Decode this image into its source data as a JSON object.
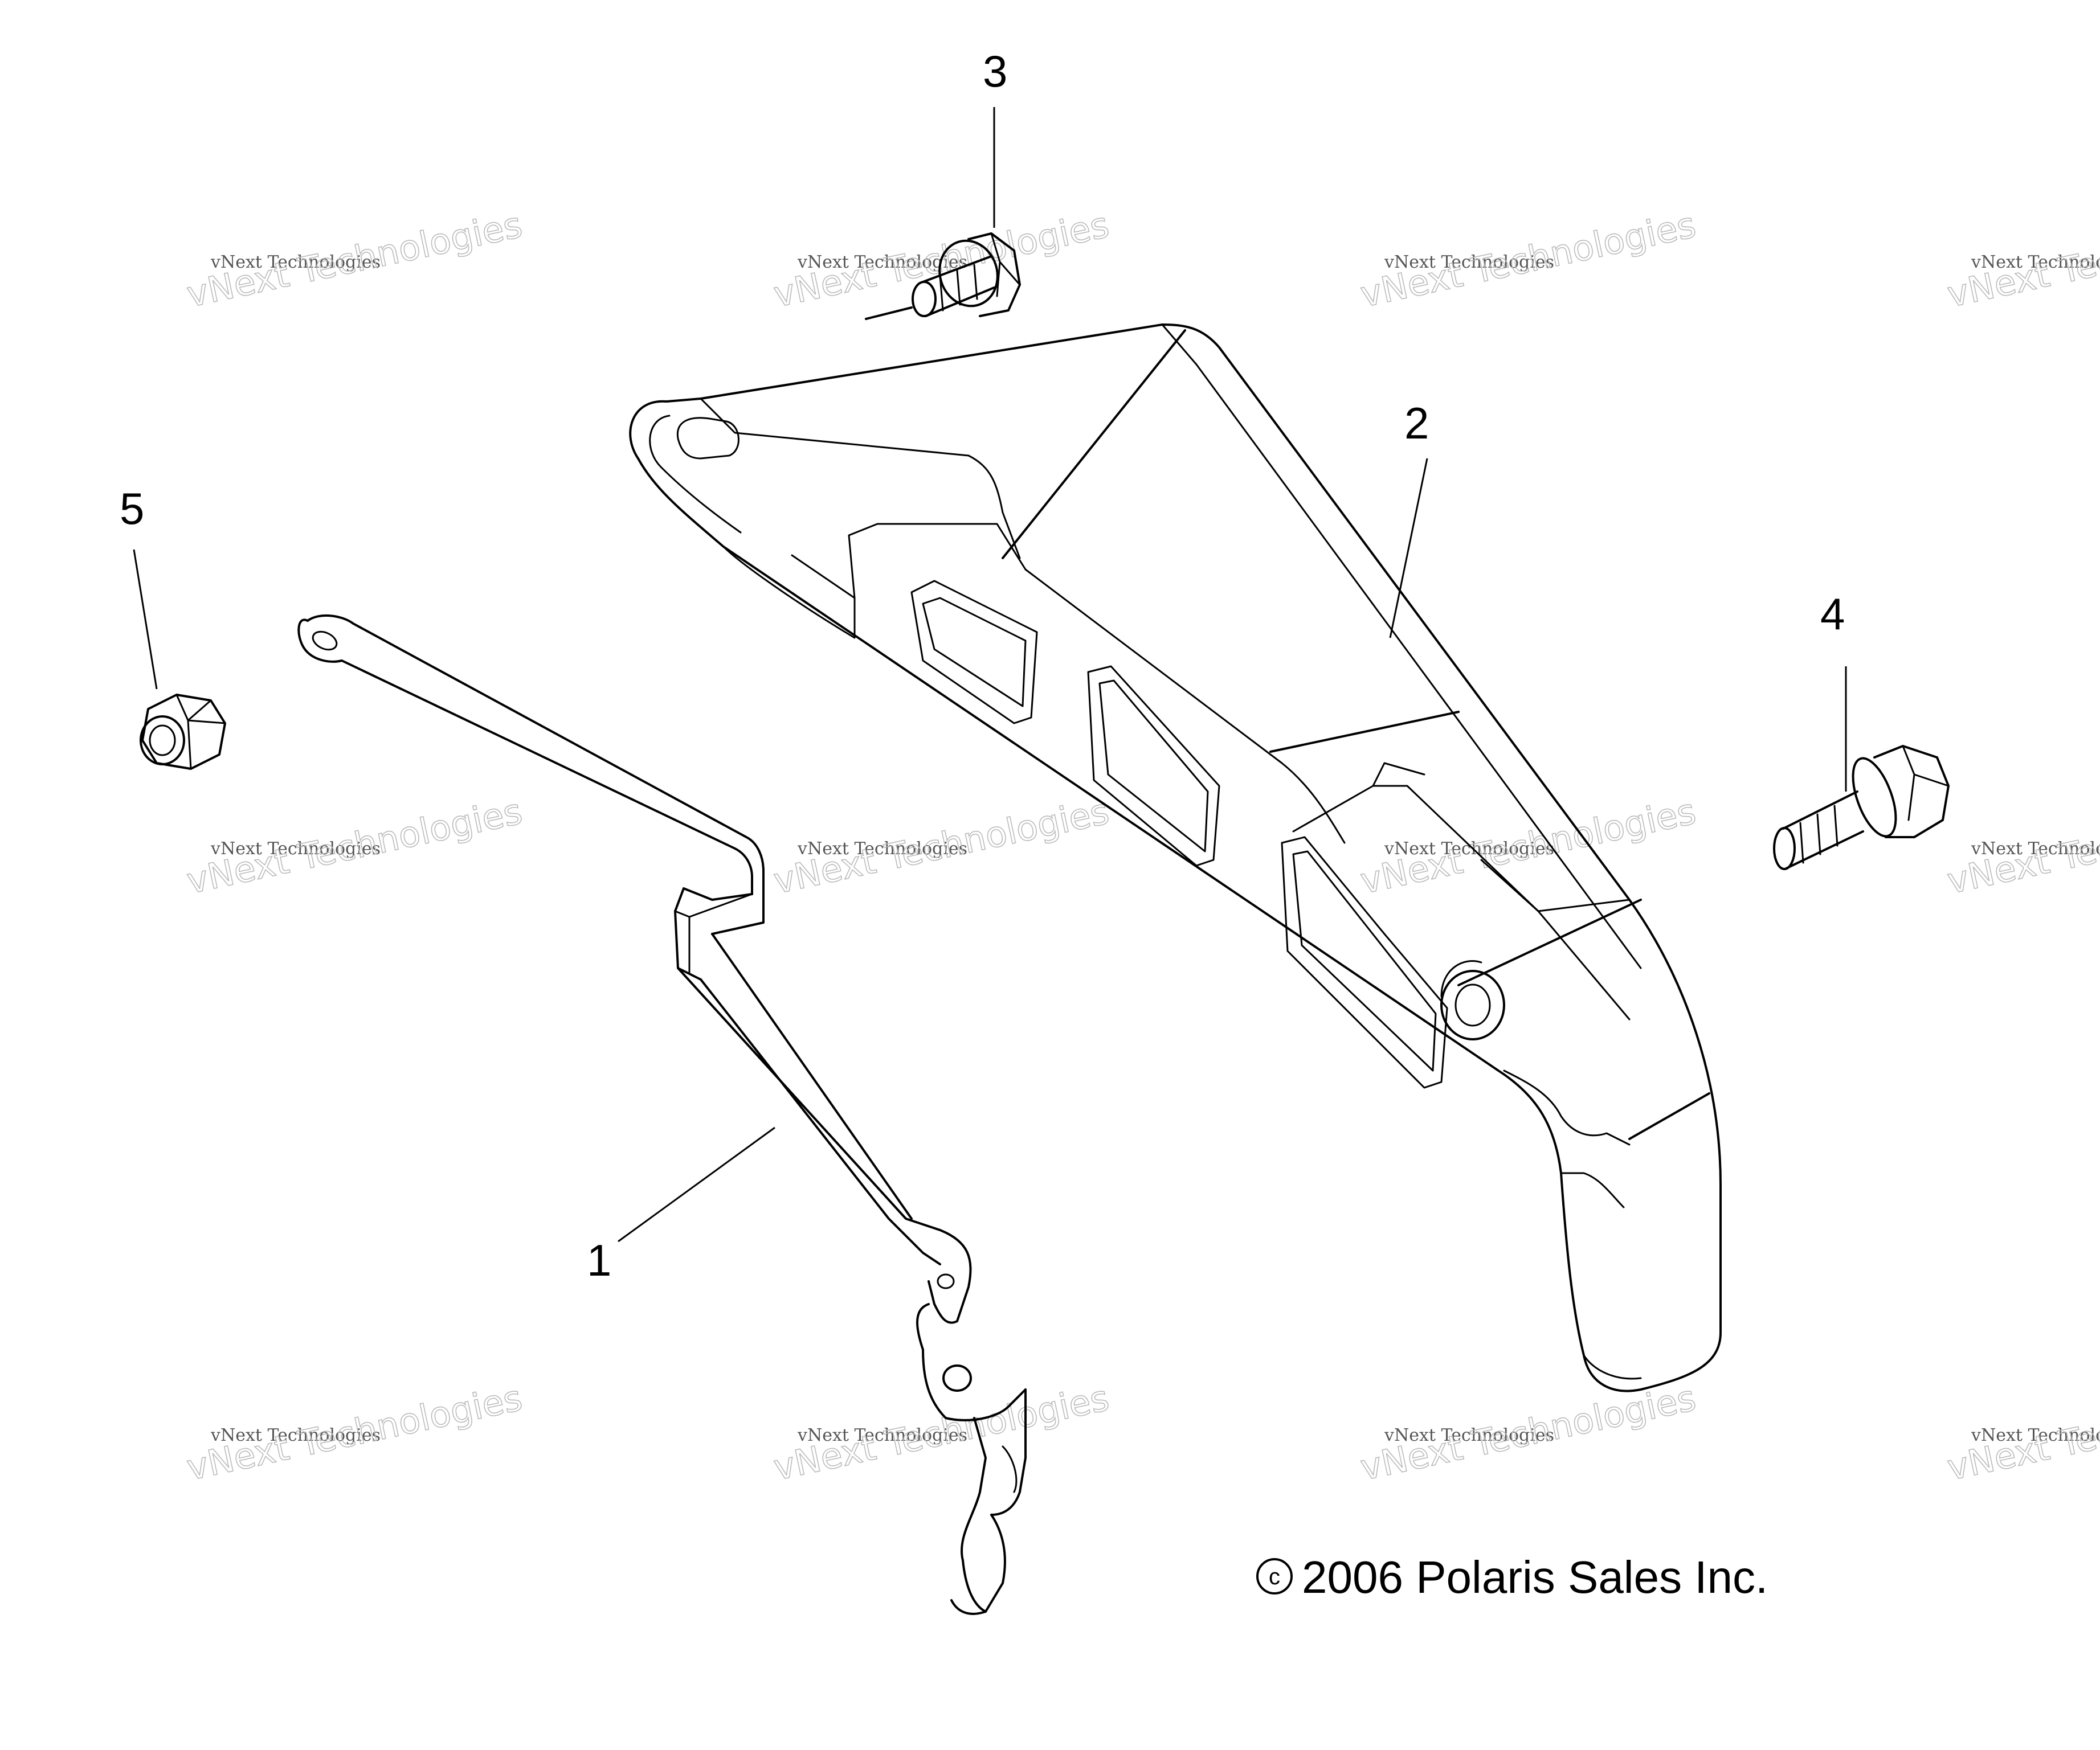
{
  "callouts": [
    "1",
    "2",
    "3",
    "4",
    "5"
  ],
  "copyright": {
    "symbol": "c",
    "text": "2006 Polaris Sales Inc."
  },
  "watermark": {
    "line_small": "vNext Technologies",
    "line_big": "vNext Technologies"
  },
  "parts_shown": [
    "rod",
    "guard-bracket",
    "bolt",
    "bolt",
    "nut"
  ]
}
